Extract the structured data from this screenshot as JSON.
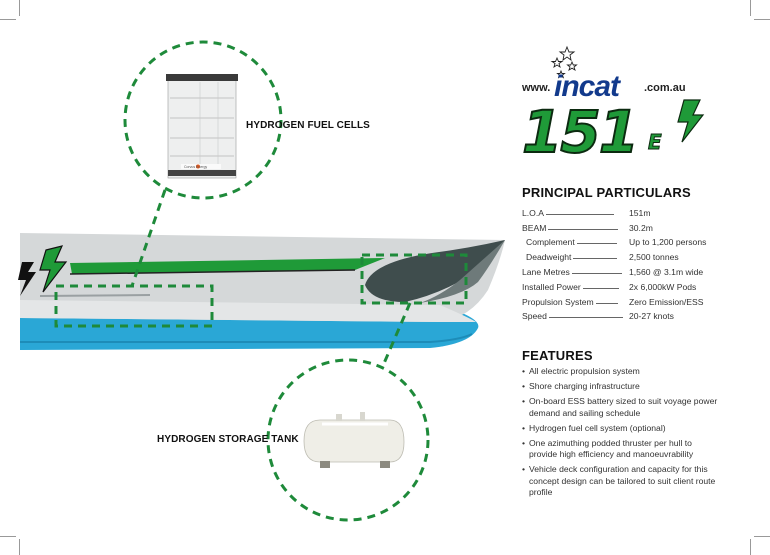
{
  "callouts": {
    "fuel_cells": "HYDROGEN FUEL CELLS",
    "storage_tank": "HYDROGEN STORAGE TANK"
  },
  "brand": {
    "www": "www.",
    "logo_text": "incat",
    "domain": ".com.au",
    "model_number": "151",
    "model_suffix": "E"
  },
  "fuel_cell_unit_text": "Corvus Energy",
  "principal_particulars": {
    "title": "PRINCIPAL PARTICULARS",
    "rows": [
      {
        "label": "L.O.A",
        "value": "151m",
        "indent": false,
        "fill": 68
      },
      {
        "label": "BEAM",
        "value": "30.2m",
        "indent": false,
        "fill": 70
      },
      {
        "label": "Complement",
        "value": "Up to 1,200 persons",
        "indent": true,
        "fill": 40
      },
      {
        "label": "Deadweight",
        "value": "2,500 tonnes",
        "indent": true,
        "fill": 44
      },
      {
        "label": "Lane Metres",
        "value": "1,560 @ 3.1m wide",
        "indent": false,
        "fill": 50
      },
      {
        "label": "Installed Power",
        "value": "2x 6,000kW Pods",
        "indent": false,
        "fill": 36
      },
      {
        "label": "Propulsion System",
        "value": "Zero Emission/ESS",
        "indent": false,
        "fill": 22
      },
      {
        "label": "Speed",
        "value": "20-27 knots",
        "indent": false,
        "fill": 74
      }
    ]
  },
  "features": {
    "title": "FEATURES",
    "items": [
      "All electric propulsion system",
      "Shore charging infrastructure",
      "On-board ESS battery sized to suit voyage power demand and sailing schedule",
      "Hydrogen fuel cell system (optional)",
      "One azimuthing podded thruster per hull to provide high efficiency and manoeuvrability",
      "Vehicle deck configuration and capacity for this concept design can be tailored to suit client route profile"
    ]
  },
  "colors": {
    "green_accent": "#1f9a38",
    "callout_green": "#1e8a3a",
    "hull_blue": "#2aa7d6",
    "hull_grey": "#cfd2d3",
    "brand_blue": "#123a8c"
  }
}
